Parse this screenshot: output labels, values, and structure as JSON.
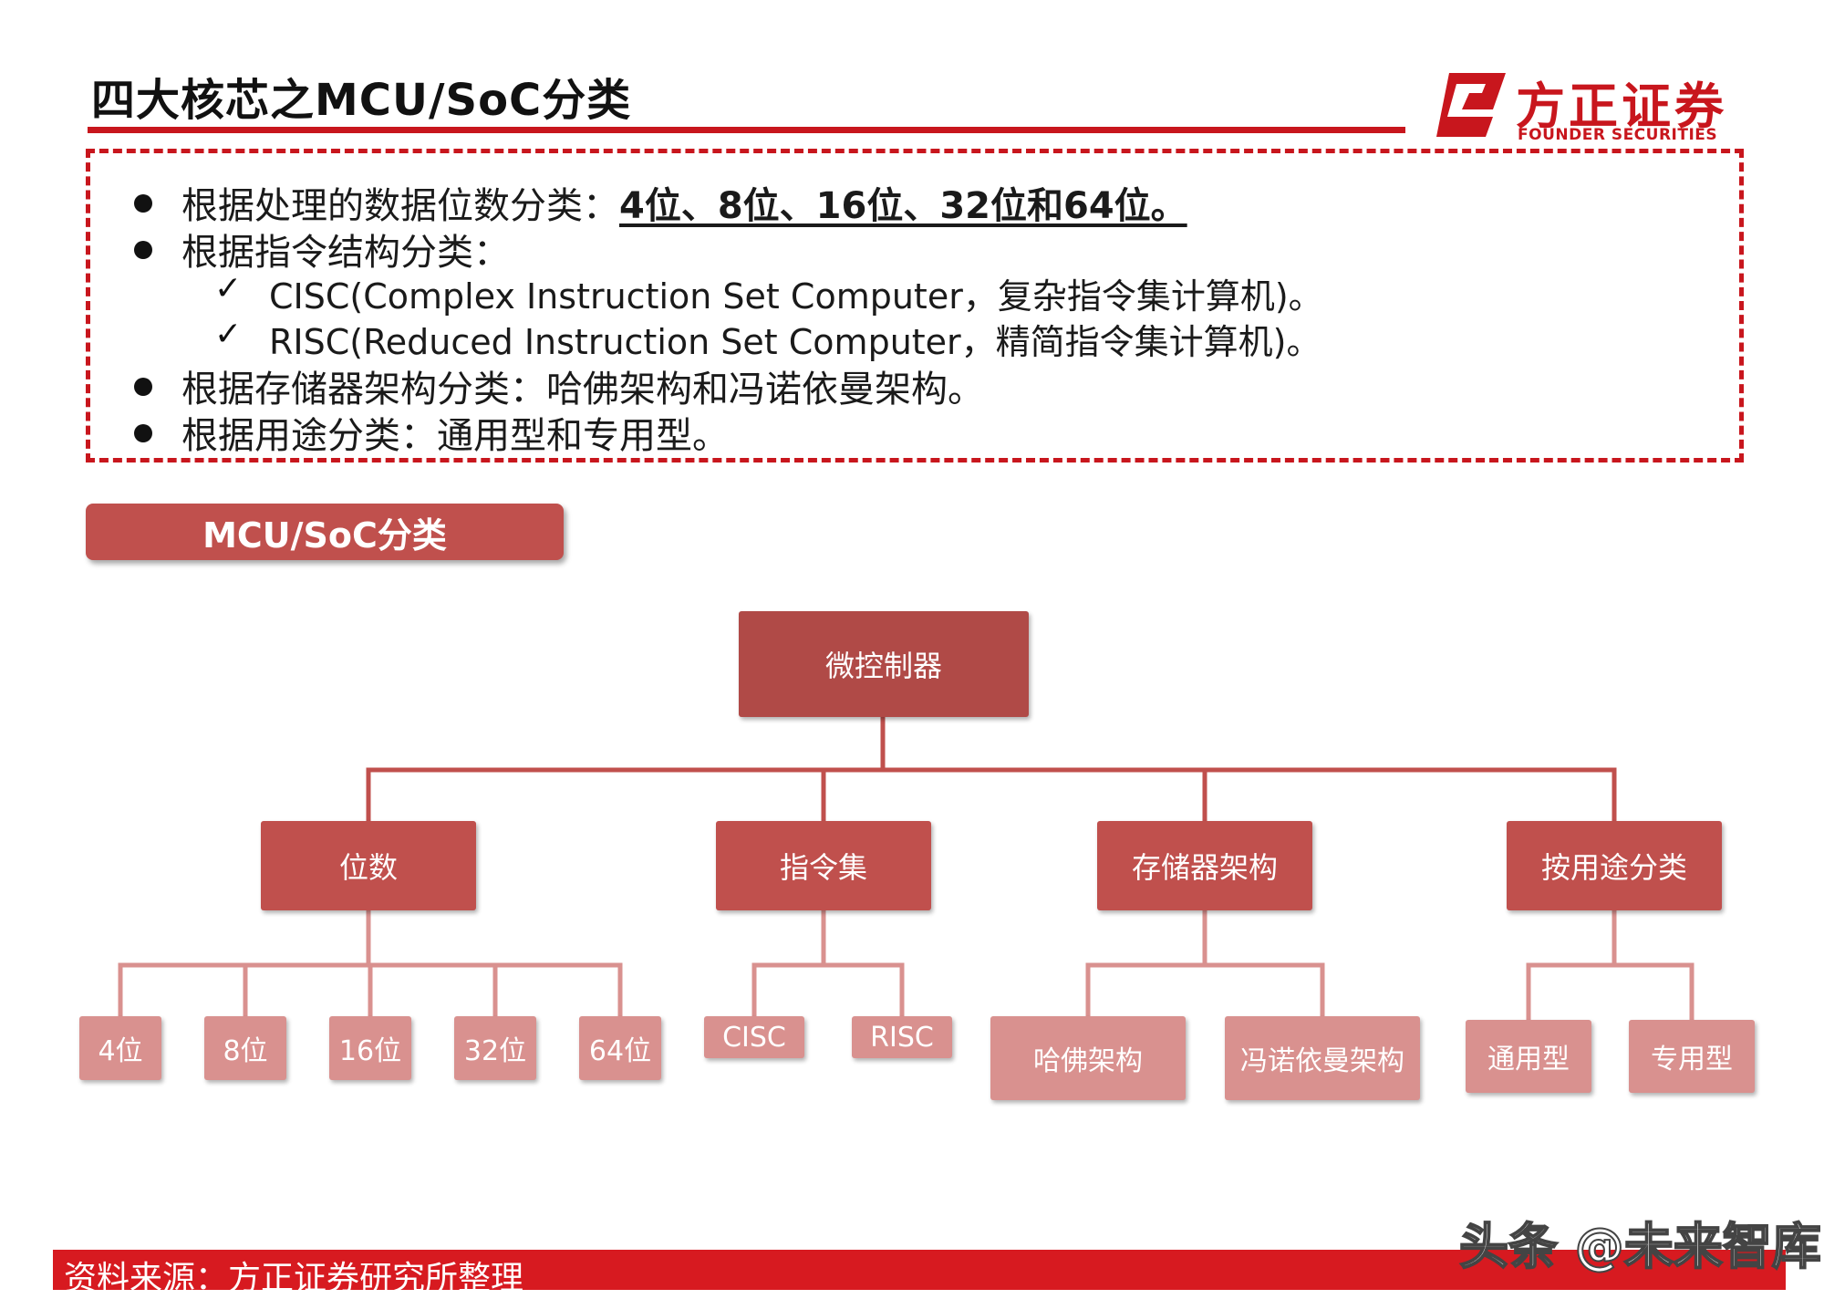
{
  "header": {
    "title": "四大核芯之MCU/SoC分类",
    "logo_cn": "方正证券",
    "logo_en": "FOUNDER SECURITIES"
  },
  "info": {
    "line1_prefix": "根据处理的数据位数分类：",
    "line1_emph": "4位、8位、16位、32位和64位。",
    "line2": "根据指令结构分类：",
    "line3": "CISC(Complex Instruction Set Computer，复杂指令集计算机)。",
    "line4": "RISC(Reduced Instruction Set Computer，精简指令集计算机)。",
    "line5": "根据存储器架构分类：哈佛架构和冯诺依曼架构。",
    "line6": "根据用途分类：通用型和专用型。"
  },
  "section": {
    "banner": "MCU/SoC分类"
  },
  "tree": {
    "root": "微控制器",
    "groups": [
      {
        "label": "位数",
        "children": [
          "4位",
          "8位",
          "16位",
          "32位",
          "64位"
        ]
      },
      {
        "label": "指令集",
        "children": [
          "CISC",
          "RISC"
        ]
      },
      {
        "label": "存储器架构",
        "children": [
          "哈佛架构",
          "冯诺依曼架构"
        ]
      },
      {
        "label": "按用途分类",
        "children": [
          "通用型",
          "专用型"
        ]
      }
    ]
  },
  "colors": {
    "brand_red": "#c8161d",
    "root_fill": "#b04a47",
    "mid_fill": "#c0504d",
    "leaf_fill": "#d9918f",
    "connector": "#c0504d"
  },
  "footer": {
    "source": "资料来源：方正证券研究所整理",
    "watermark": "头条 @未来智库"
  }
}
